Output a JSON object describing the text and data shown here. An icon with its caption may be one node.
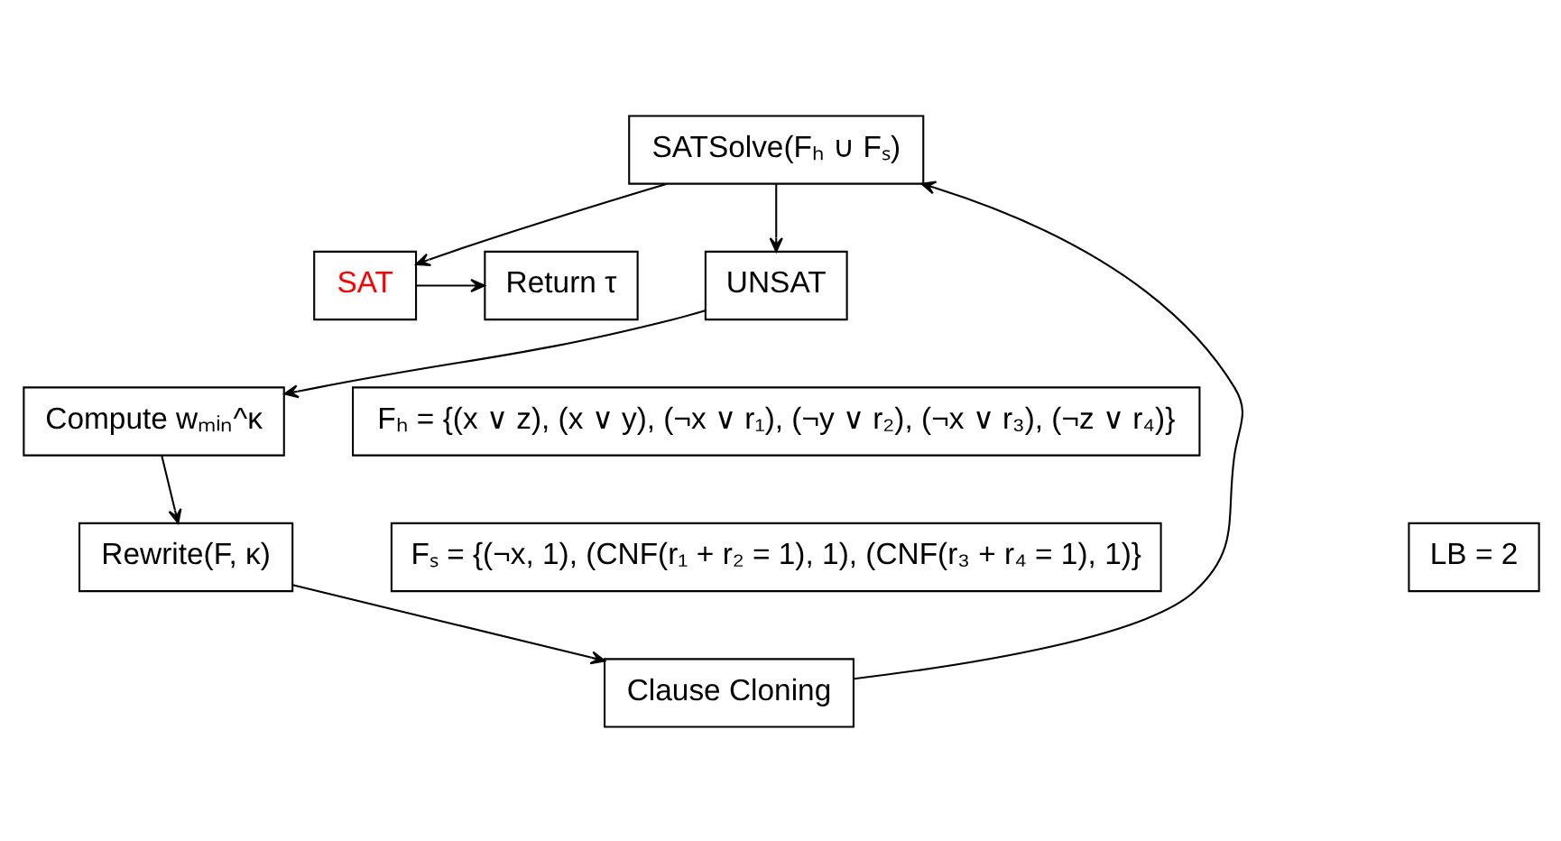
{
  "diagram": {
    "nodes": [
      {
        "text": [
          "SAT"
        ]
      },
      {
        "text": [
          "Return τ"
        ]
      },
      {
        "text": [
          "SATSolve(Fₕ ∪ Fₛ)"
        ]
      },
      {
        "text": [
          "Clause Cloning"
        ]
      },
      {
        "text": [
          "UNSAT"
        ]
      },
      {
        "text": [
          "Rewrite(F, κ)"
        ]
      },
      {
        "text": [
          "Compute wₘᵢₙ^κ"
        ]
      },
      {
        "text": [
          "Fₕ = {(x ∨ z), (x ∨ y), (¬x ∨ r₁), (¬y ∨ r₂), (¬x ∨ r₃), (¬z ∨ r₄)}"
        ]
      },
      {
        "text": [
          "Fₛ = {(¬x, 1), (CNF(r₁ + r₂ = 1), 1), (CNF(r₃ + r₄ = 1), 1)}"
        ]
      },
      {
        "text": [
          "LB = 2"
        ]
      }
    ],
    "edges": [
      {
        "from": 2,
        "to": 0,
        "arrow": "to"
      },
      {
        "from": 0,
        "to": 1,
        "arrow": "to"
      },
      {
        "from": 2,
        "to": 4,
        "arrow": "to"
      },
      {
        "from": 4,
        "to": 6,
        "arrow": "to"
      },
      {
        "from": 6,
        "to": 5,
        "arrow": "to"
      },
      {
        "from": 5,
        "to": 3,
        "arrow": "to"
      },
      {
        "from": 3,
        "to": 2,
        "arrow": "to"
      }
    ]
  }
}
